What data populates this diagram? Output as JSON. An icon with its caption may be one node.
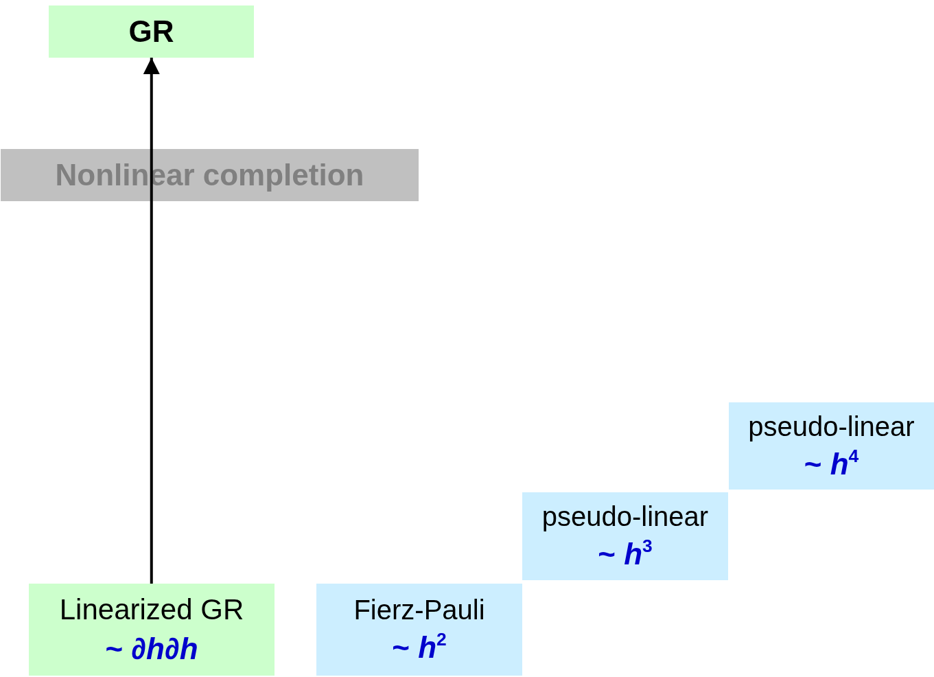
{
  "diagram": {
    "nodes": [
      {
        "text": [
          "GR"
        ]
      },
      {
        "text": [
          "Linearized GR",
          "~ *∂h∂h*"
        ]
      },
      {
        "text": [
          "Fierz-Pauli",
          "~ *h*$^{2}$"
        ]
      },
      {
        "text": [
          "pseudo-linear",
          "~ *h*$^{3}$"
        ]
      },
      {
        "text": [
          "pseudo-linear",
          "~ *h*$^{4}$"
        ]
      }
    ],
    "edges": [
      {
        "from": 1,
        "to": 0,
        "arrow": "to",
        "label": "Nonlinear completion"
      }
    ]
  }
}
